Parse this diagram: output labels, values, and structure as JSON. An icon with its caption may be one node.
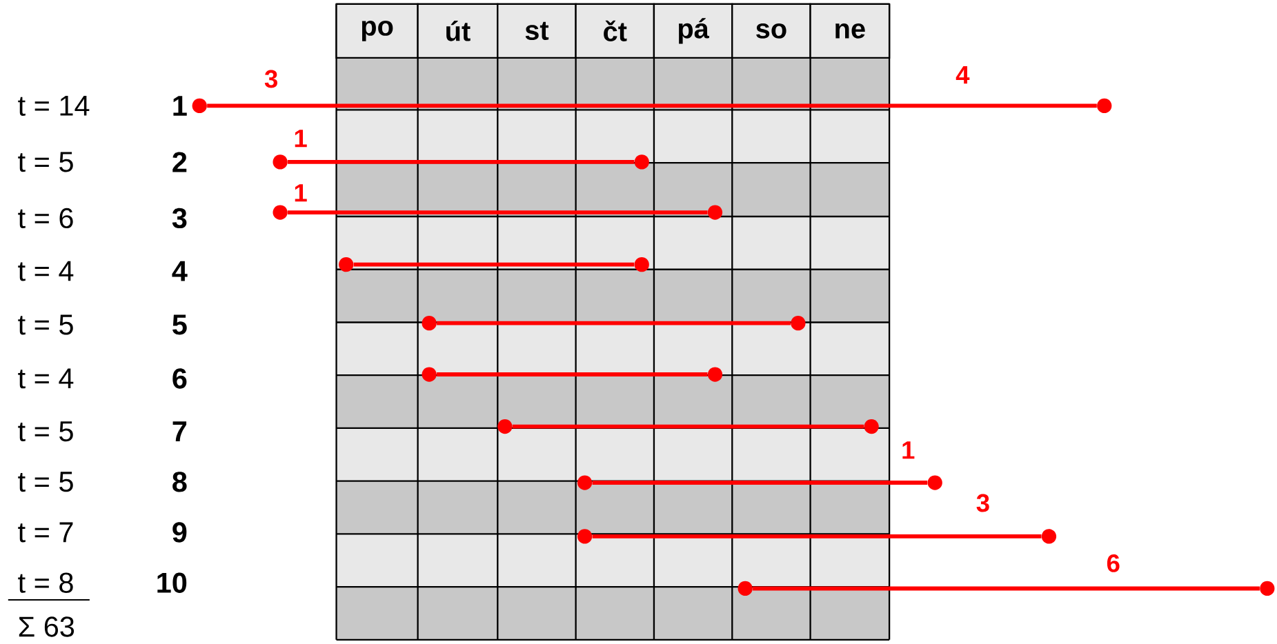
{
  "diagram": {
    "nodes": [
      {
        "text": [],
        "shape": "circle"
      },
      {
        "text": [],
        "shape": "circle"
      },
      {
        "text": [],
        "shape": "circle"
      },
      {
        "text": [],
        "shape": "circle"
      },
      {
        "text": [],
        "shape": "circle"
      },
      {
        "text": [],
        "shape": "circle"
      },
      {
        "text": [],
        "shape": "circle"
      },
      {
        "text": [],
        "shape": "circle"
      },
      {
        "text": [],
        "shape": "circle"
      },
      {
        "text": [],
        "shape": "circle"
      },
      {
        "text": [],
        "shape": "circle"
      },
      {
        "text": [],
        "shape": "circle"
      },
      {
        "text": [],
        "shape": "circle"
      },
      {
        "text": [],
        "shape": "circle"
      },
      {
        "text": [],
        "shape": "circle"
      },
      {
        "text": [],
        "shape": "circle"
      },
      {
        "text": [],
        "shape": "circle"
      },
      {
        "text": [],
        "shape": "circle"
      },
      {
        "text": [],
        "shape": "circle"
      },
      {
        "text": [],
        "shape": "circle"
      }
    ],
    "edges": [
      {
        "from": 0,
        "to": 1,
        "arrow": "none"
      },
      {
        "from": 2,
        "to": 3,
        "arrow": "none"
      },
      {
        "from": 4,
        "to": 5,
        "arrow": "none"
      },
      {
        "from": 6,
        "to": 7,
        "arrow": "none"
      },
      {
        "from": 8,
        "to": 9,
        "arrow": "none"
      },
      {
        "from": 10,
        "to": 11,
        "arrow": "none"
      },
      {
        "from": 12,
        "to": 13,
        "arrow": "none"
      },
      {
        "from": 14,
        "to": 15,
        "arrow": "none"
      },
      {
        "from": 16,
        "to": 17,
        "arrow": "none"
      },
      {
        "from": 18,
        "to": 19,
        "arrow": "none"
      }
    ],
    "labels": [
      "po",
      "út",
      "st",
      "čt",
      "pá",
      "so",
      "ne",
      "3",
      "4",
      "t = 14",
      "1",
      "1",
      "t = 5",
      "2",
      "1",
      "t = 6",
      "3",
      "t = 4",
      "4",
      "t = 5",
      "5",
      "t = 4",
      "6",
      "t = 5",
      "7",
      "1",
      "t = 5",
      "8",
      "3",
      "t = 7",
      "9",
      "6",
      "t = 8",
      "10",
      "Σ 63"
    ]
  }
}
